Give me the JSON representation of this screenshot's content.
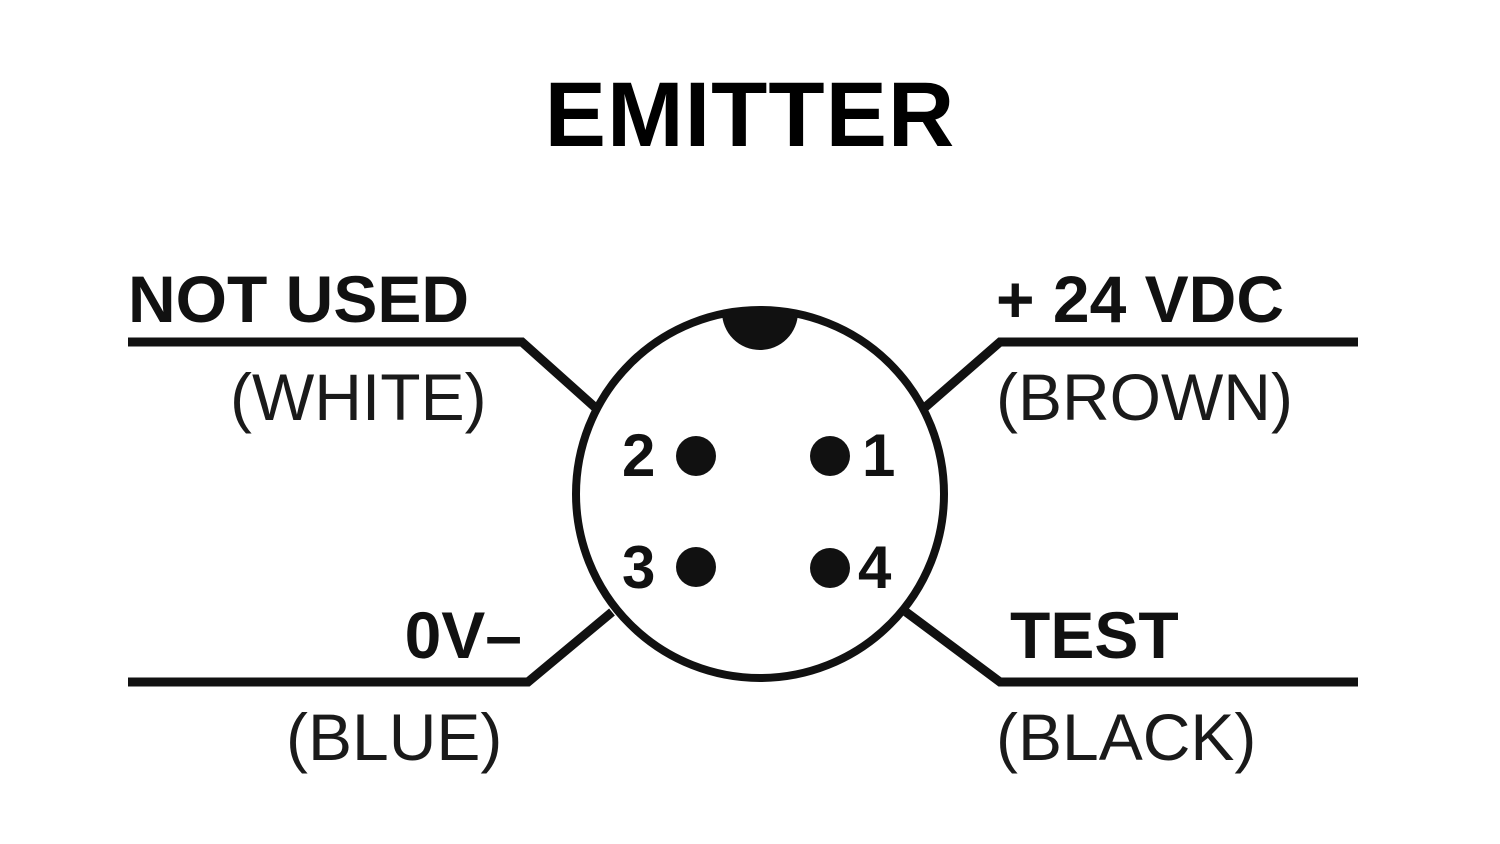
{
  "title": "EMITTER",
  "connector": {
    "type": "4-pin circular connector",
    "key_notch": "top",
    "stroke_color": "#111111"
  },
  "pins": [
    {
      "number": "1",
      "function": "+ 24 VDC",
      "wire_color": "(BROWN)",
      "position": "upper-right"
    },
    {
      "number": "2",
      "function": "NOT USED",
      "wire_color": "(WHITE)",
      "position": "upper-left"
    },
    {
      "number": "3",
      "function": "0V–",
      "wire_color": "(BLUE)",
      "position": "lower-left"
    },
    {
      "number": "4",
      "function": "TEST",
      "wire_color": "(BLACK)",
      "position": "lower-right"
    }
  ]
}
